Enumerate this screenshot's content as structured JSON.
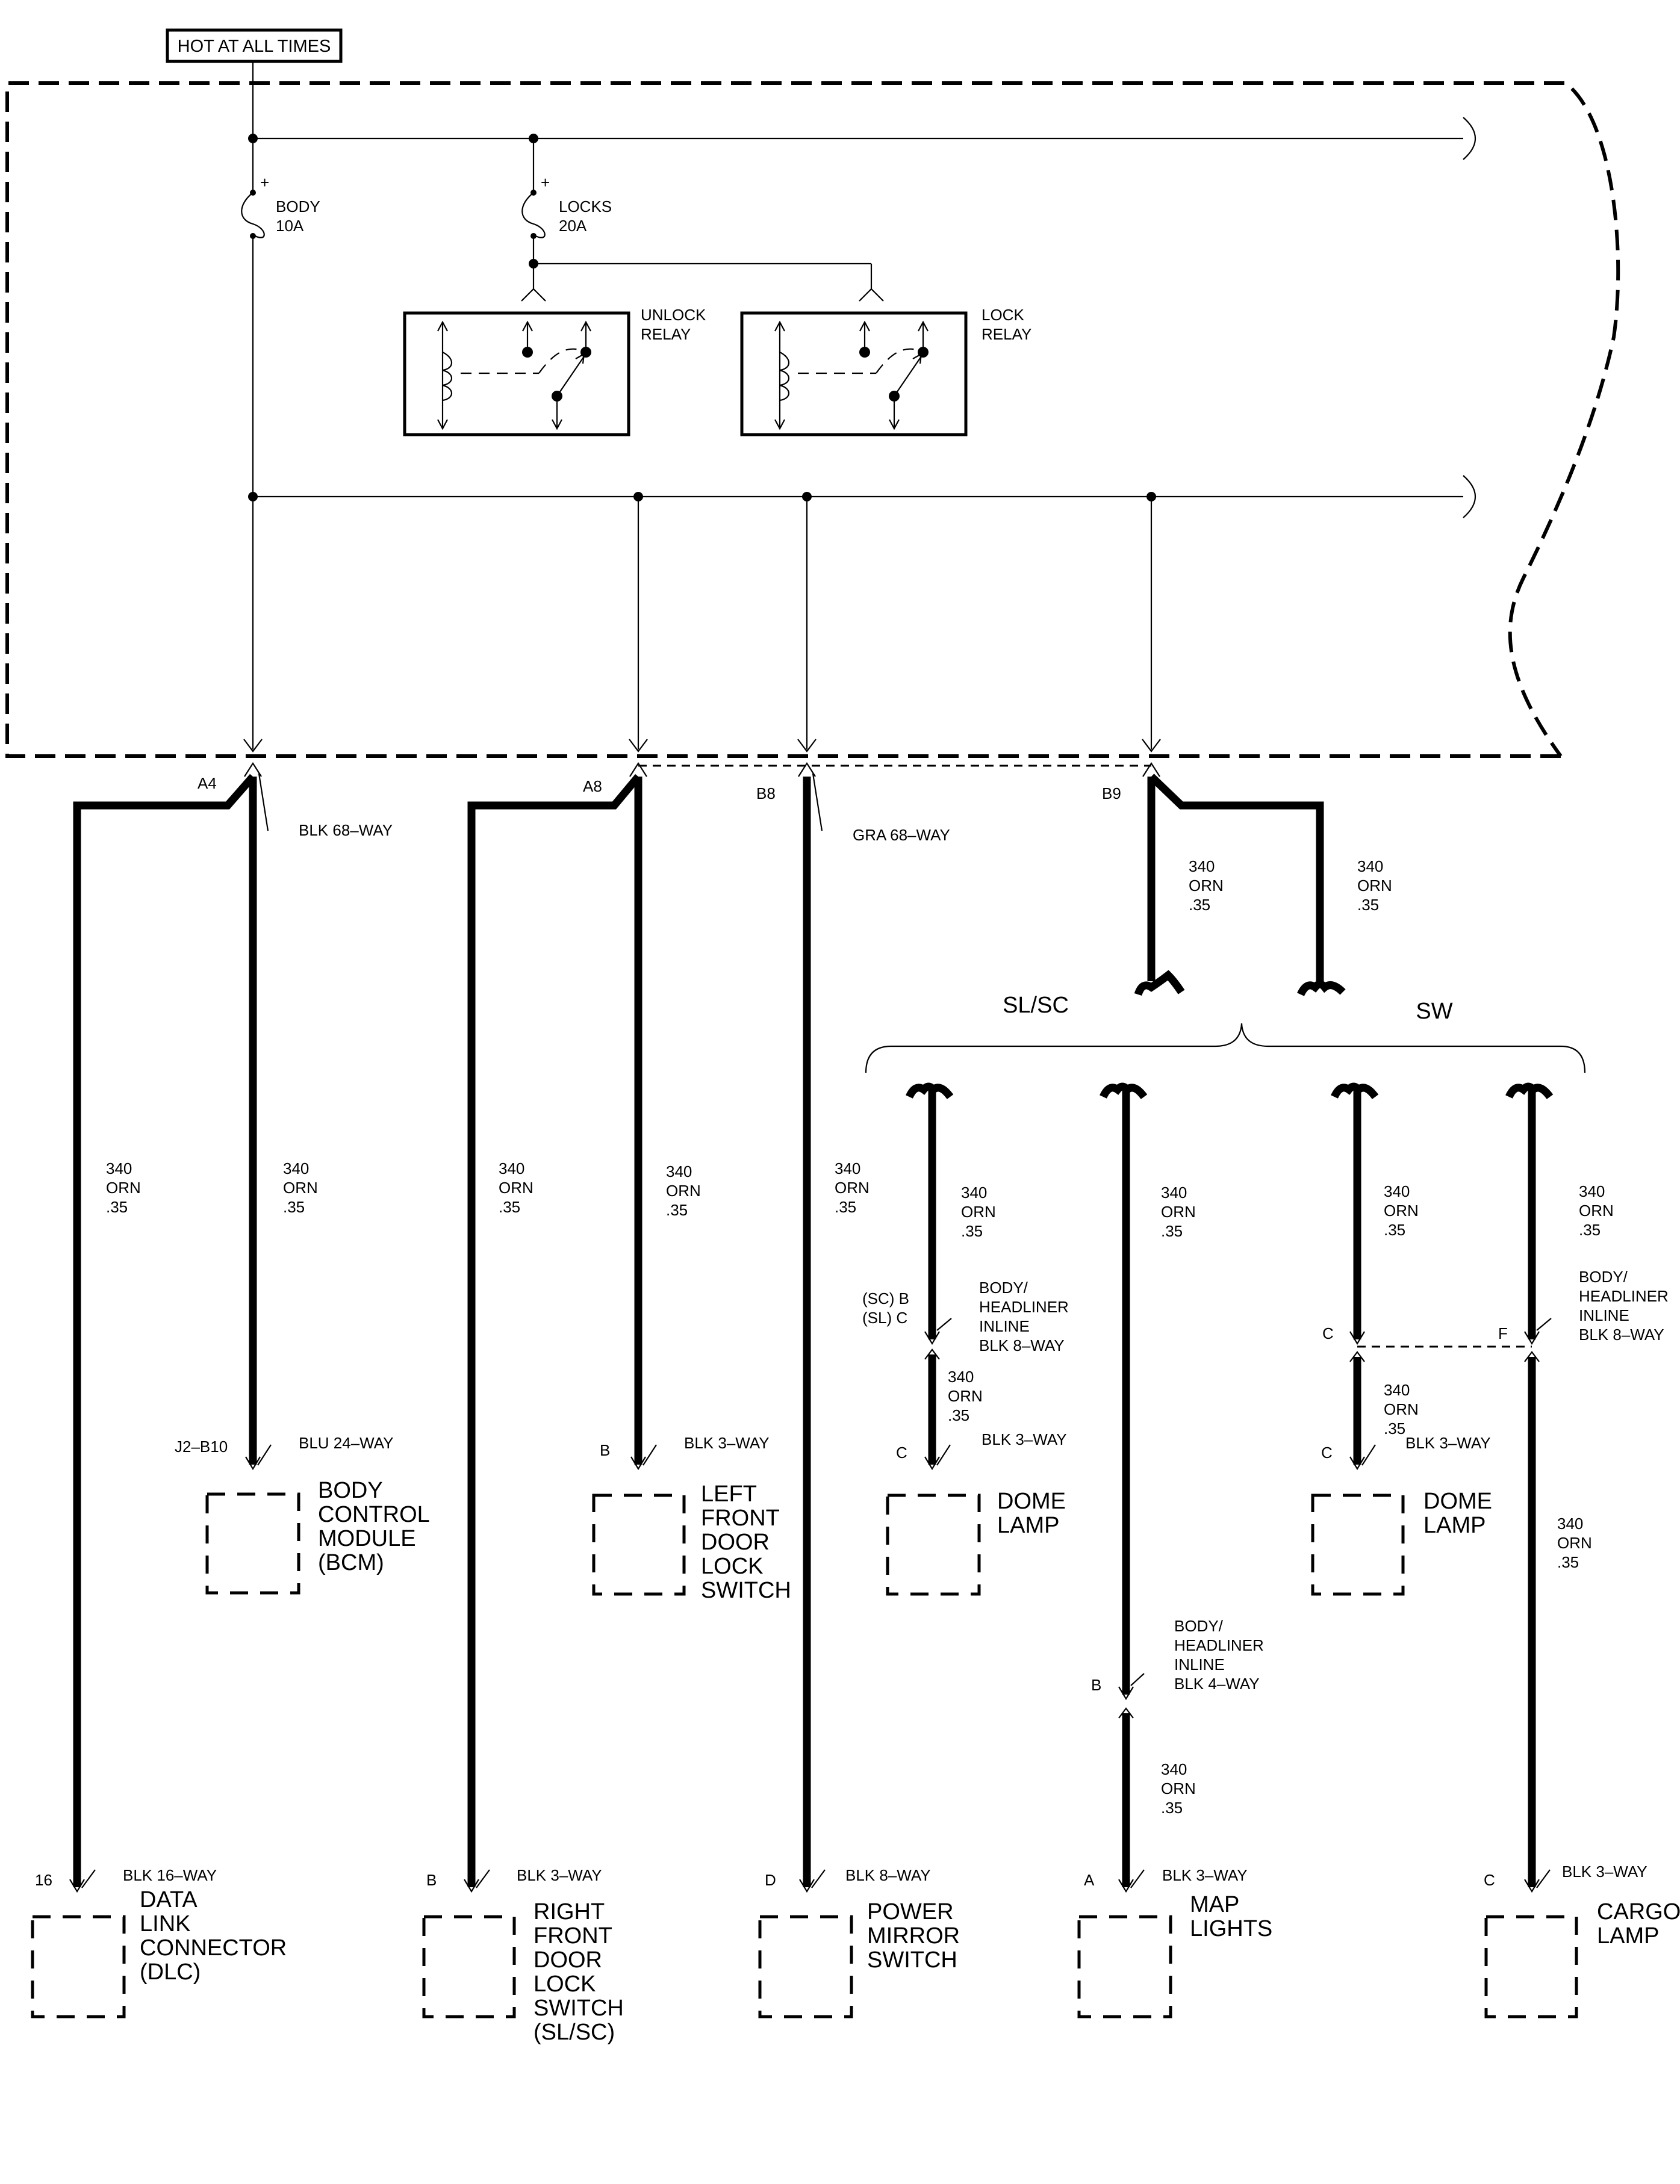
{
  "header": {
    "hot_label": "HOT AT ALL TIMES"
  },
  "fuses": {
    "body": {
      "name": "BODY",
      "rating": "10A"
    },
    "locks": {
      "name": "LOCKS",
      "rating": "20A"
    }
  },
  "relays": {
    "unlock": {
      "line1": "UNLOCK",
      "line2": "RELAY"
    },
    "lock": {
      "line1": "LOCK",
      "line2": "RELAY"
    }
  },
  "pins": {
    "a4": "A4",
    "a8": "A8",
    "b8": "B8",
    "b9": "B9",
    "j2b10": "J2–B10",
    "p16": "16",
    "b_lf": "B",
    "b_rf": "B",
    "d_pm": "D",
    "c_dome1": "C",
    "c_dome2": "C",
    "b_map": "B",
    "a_map": "A",
    "c_inline": "C",
    "f_inline": "F",
    "c_cargo": "C",
    "sc_b": "(SC) B",
    "sl_c": "(SL) C"
  },
  "connectors": {
    "blk68": "BLK 68–WAY",
    "gra68": "GRA 68–WAY",
    "blu24": "BLU 24–WAY",
    "blk16": "BLK 16–WAY",
    "blk3": "BLK 3–WAY",
    "blk8": "BLK 8–WAY",
    "inline8": [
      "BODY/",
      "HEADLINER",
      "INLINE",
      "BLK 8–WAY"
    ],
    "inline4": [
      "BODY/",
      "HEADLINER",
      "INLINE",
      "BLK 4–WAY"
    ]
  },
  "wire": {
    "circuit": "340",
    "color": "ORN",
    "size": ".35"
  },
  "options": {
    "slsc": "SL/SC",
    "sw": "SW"
  },
  "components": {
    "bcm": [
      "BODY",
      "CONTROL",
      "MODULE",
      "(BCM)"
    ],
    "lf_switch": [
      "LEFT",
      "FRONT",
      "DOOR",
      "LOCK",
      "SWITCH"
    ],
    "dome1": [
      "DOME",
      "LAMP"
    ],
    "dome2": [
      "DOME",
      "LAMP"
    ],
    "dlc": [
      "DATA",
      "LINK",
      "CONNECTOR",
      "(DLC)"
    ],
    "rf_switch": [
      "RIGHT",
      "FRONT",
      "DOOR",
      "LOCK",
      "SWITCH",
      "(SL/SC)"
    ],
    "mirror": [
      "POWER",
      "MIRROR",
      "SWITCH"
    ],
    "map": [
      "MAP",
      "LIGHTS"
    ],
    "cargo": [
      "CARGO",
      "LAMP"
    ]
  }
}
